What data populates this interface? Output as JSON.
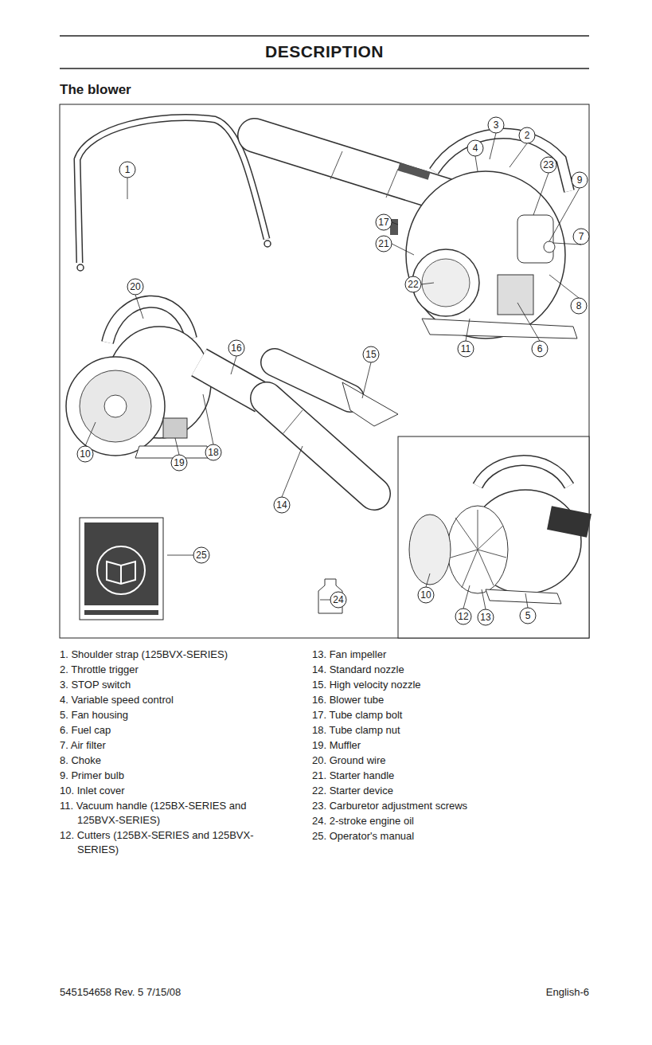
{
  "diagram": {
    "title": "DESCRIPTION",
    "labels": [
      "The blower",
      "1",
      "3",
      "2",
      "4",
      "23",
      "9",
      "7",
      "8",
      "6",
      "11",
      "22",
      "17",
      "21",
      "20",
      "16",
      "15",
      "10",
      "19",
      "18",
      "14",
      "25",
      "24",
      "10",
      "12",
      "13",
      "5",
      "1. Shoulder strap (125BVX-SERIES)",
      "2. Throttle trigger",
      "3. STOP switch",
      "4. Variable speed control",
      "5. Fan housing",
      "6. Fuel cap",
      "7. Air filter",
      "8. Choke",
      "9. Primer bulb",
      "10. Inlet cover",
      "11. Vacuum handle (125BX-SERIES and 125BVX-SERIES)",
      "12. Cutters (125BX-SERIES and 125BVX-SERIES)",
      "13. Fan impeller",
      "14. Standard nozzle",
      "15. High velocity nozzle",
      "16. Blower tube",
      "17. Tube clamp bolt",
      "18. Tube clamp nut",
      "19. Muffler",
      "20. Ground wire",
      "21. Starter handle",
      "22. Starter device",
      "23. Carburetor adjustment screws",
      "24. 2-stroke engine oil",
      "25. Operator's manual",
      "545154658 Rev. 5 7/15/08",
      "English-6"
    ]
  }
}
